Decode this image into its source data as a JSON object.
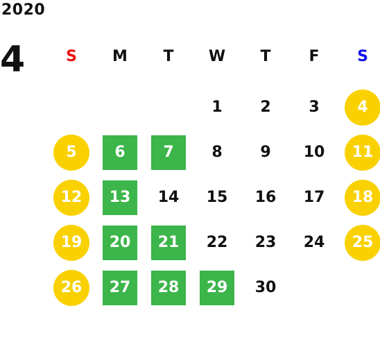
{
  "calendar": {
    "year": "2020",
    "month": "4",
    "weekday_labels": [
      {
        "label": "S",
        "color": "#ee1111"
      },
      {
        "label": "M",
        "color": "#111111"
      },
      {
        "label": "T",
        "color": "#111111"
      },
      {
        "label": "W",
        "color": "#111111"
      },
      {
        "label": "T",
        "color": "#111111"
      },
      {
        "label": "F",
        "color": "#111111"
      },
      {
        "label": "S",
        "color": "#1111ee"
      }
    ],
    "first_weekday_index": 3,
    "days": [
      {
        "day": "1",
        "style": "plain"
      },
      {
        "day": "2",
        "style": "plain"
      },
      {
        "day": "3",
        "style": "plain"
      },
      {
        "day": "4",
        "style": "weekend"
      },
      {
        "day": "5",
        "style": "weekend"
      },
      {
        "day": "6",
        "style": "highlight"
      },
      {
        "day": "7",
        "style": "highlight"
      },
      {
        "day": "8",
        "style": "plain"
      },
      {
        "day": "9",
        "style": "plain"
      },
      {
        "day": "10",
        "style": "plain"
      },
      {
        "day": "11",
        "style": "weekend"
      },
      {
        "day": "12",
        "style": "weekend"
      },
      {
        "day": "13",
        "style": "highlight"
      },
      {
        "day": "14",
        "style": "plain"
      },
      {
        "day": "15",
        "style": "plain"
      },
      {
        "day": "16",
        "style": "plain"
      },
      {
        "day": "17",
        "style": "plain"
      },
      {
        "day": "18",
        "style": "weekend"
      },
      {
        "day": "19",
        "style": "weekend"
      },
      {
        "day": "20",
        "style": "highlight"
      },
      {
        "day": "21",
        "style": "highlight"
      },
      {
        "day": "22",
        "style": "plain"
      },
      {
        "day": "23",
        "style": "plain"
      },
      {
        "day": "24",
        "style": "plain"
      },
      {
        "day": "25",
        "style": "weekend"
      },
      {
        "day": "26",
        "style": "weekend"
      },
      {
        "day": "27",
        "style": "highlight"
      },
      {
        "day": "28",
        "style": "highlight"
      },
      {
        "day": "29",
        "style": "highlight"
      },
      {
        "day": "30",
        "style": "plain"
      }
    ],
    "colors": {
      "weekend_circle": "#f9d100",
      "highlight_square": "#3cb54a",
      "text": "#111111"
    }
  }
}
